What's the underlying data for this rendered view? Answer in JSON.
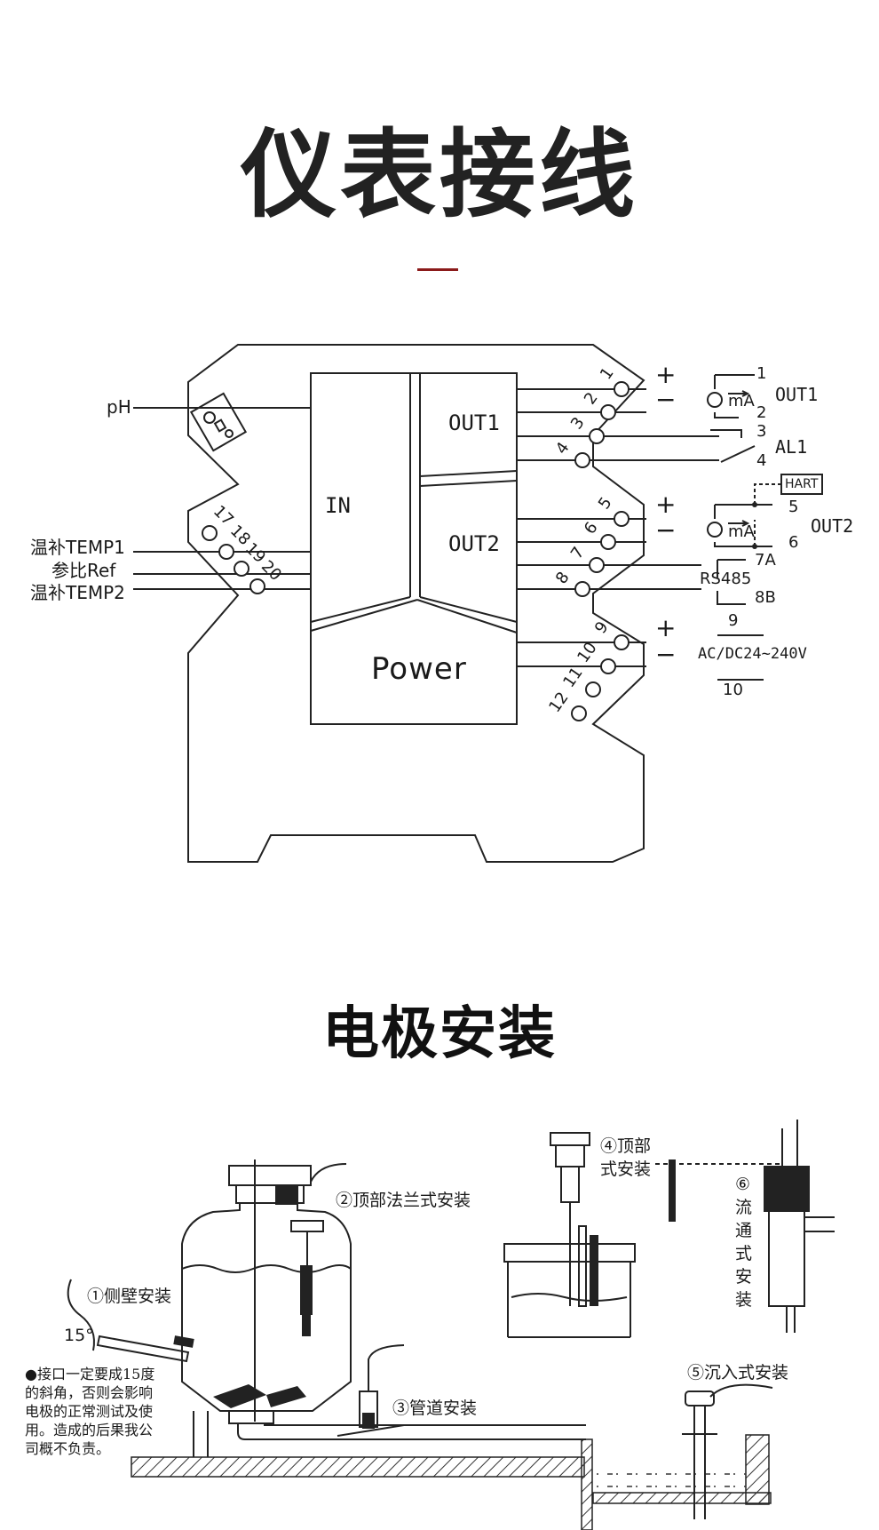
{
  "wiring": {
    "title": "仪表接线",
    "in_label": "IN",
    "out1_label": "OUT1",
    "out2_label": "OUT2",
    "power_label": "Power",
    "ph_label": "pH",
    "temp1_label": "温补TEMP1",
    "ref_label": "参比Ref",
    "temp2_label": "温补TEMP2",
    "terminals_left": [
      "17",
      "18",
      "19",
      "20"
    ],
    "terminals_right": [
      "1",
      "2",
      "3",
      "4",
      "5",
      "6",
      "7",
      "8",
      "9",
      "10",
      "11",
      "12"
    ],
    "plus": "+",
    "minus": "−",
    "ext_out1": {
      "t1": "1",
      "t2": "2",
      "ma": "mA",
      "label": "OUT1"
    },
    "ext_al1": {
      "t1": "3",
      "t2": "4",
      "label": "AL1"
    },
    "ext_out2": {
      "t1": "5",
      "t2": "6",
      "ma": "mA",
      "label": "OUT2",
      "hart": "HART"
    },
    "ext_rs485": {
      "t1": "7A",
      "t2": "8B",
      "label": "RS485"
    },
    "ext_power": {
      "t1": "9",
      "t2": "10",
      "label": "AC/DC24~240V"
    }
  },
  "install": {
    "title": "电极安装",
    "m1": "①侧壁安装",
    "m2": "②顶部法兰式安装",
    "m3": "③管道安装",
    "m4_line1": "④顶部",
    "m4_line2": "式安装",
    "m5": "⑤沉入式安装",
    "m6_chars": [
      "⑥",
      "流",
      "通",
      "式",
      "安",
      "装"
    ],
    "angle": "15°",
    "note_lines": [
      "●接口一定要成15度",
      "的斜角，否则会影响",
      "电极的正常测试及使",
      "用。造成的后果我公",
      "司概不负责。"
    ]
  }
}
